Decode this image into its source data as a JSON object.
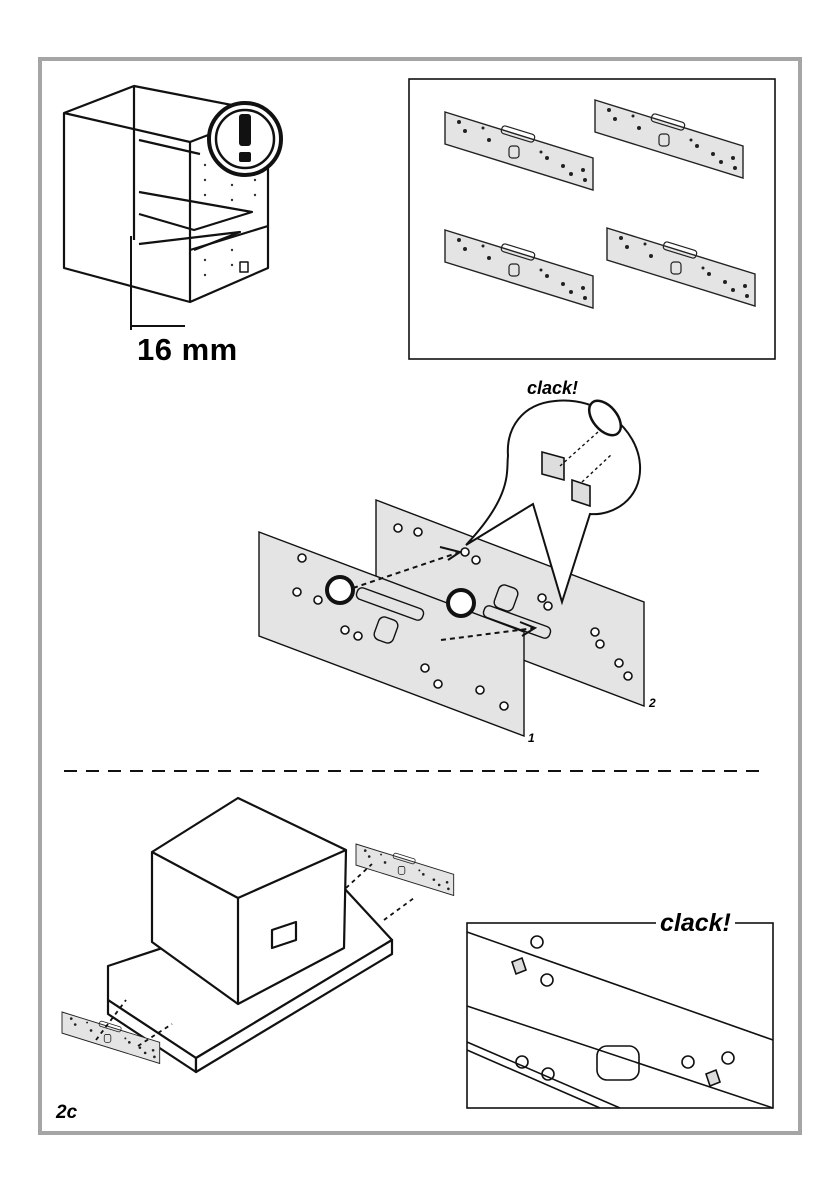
{
  "figure_label": "2c",
  "dimension_label": "16 mm",
  "warning_symbol": "!",
  "clack_top": "clack!",
  "clack_bottom": "clack!",
  "part_number_1": "1",
  "part_number_2": "2",
  "icons": {
    "warning": "exclamation-warning-icon",
    "cabinet": "wall-cabinet-illustration",
    "bracket": "mounting-bracket-illustration",
    "hood": "cooker-hood-illustration"
  },
  "colors": {
    "frame": "#a5a5a5",
    "plate_fill": "#e4e4e4",
    "line": "#111111"
  }
}
